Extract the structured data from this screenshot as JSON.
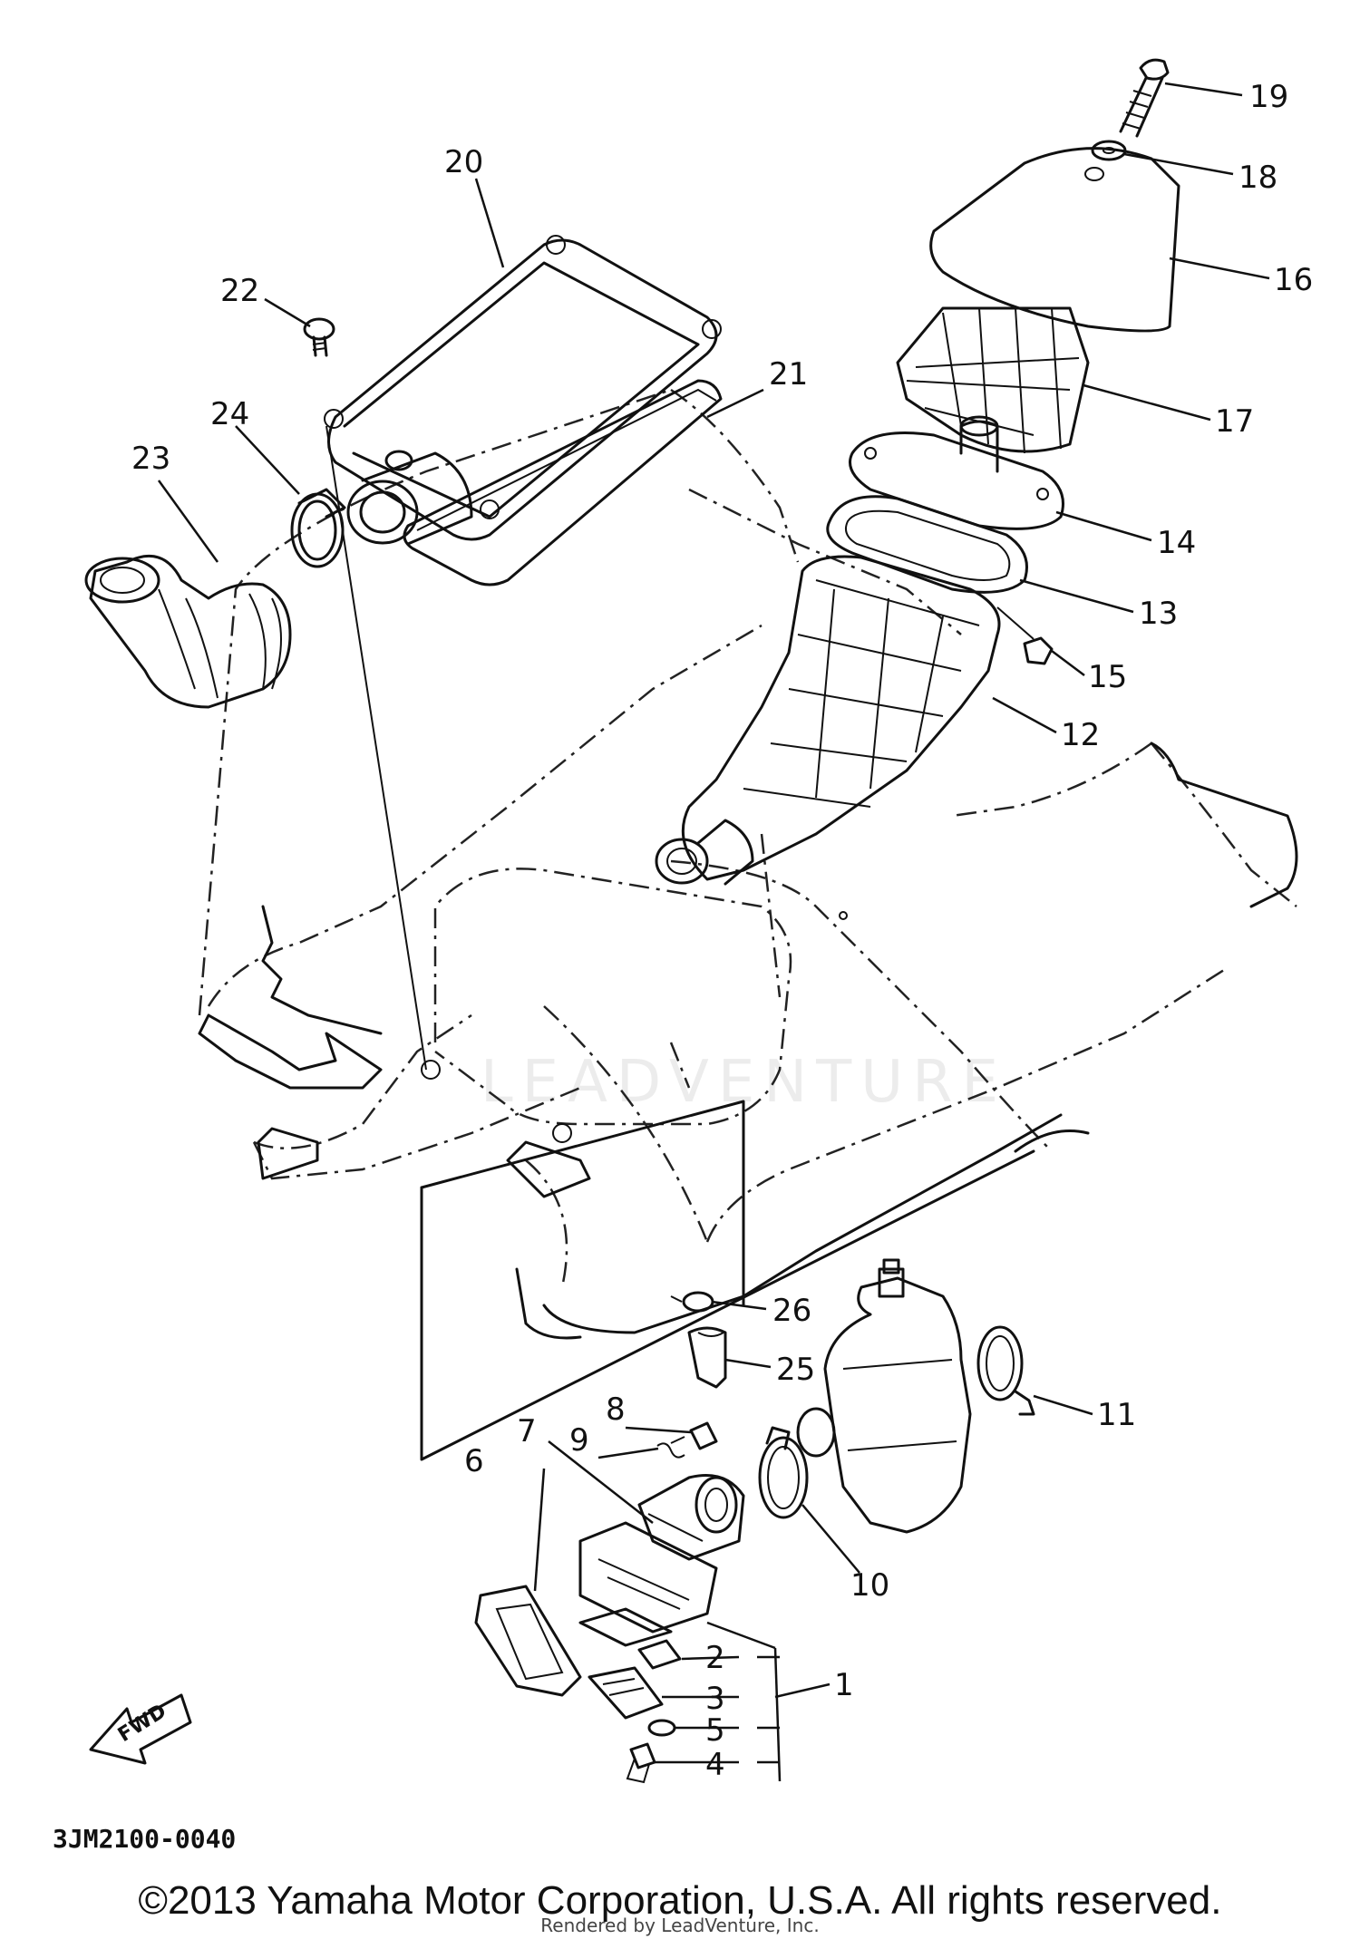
{
  "diagram": {
    "watermark": "LEADVENTURE",
    "diagram_code": "3JM2100-0040",
    "fwd_label": "FWD",
    "copyright": "©2013 Yamaha Motor Corporation, U.S.A. All rights reserved.",
    "rendered_by": "Rendered by LeadVenture, Inc.",
    "callouts": [
      "1",
      "2",
      "3",
      "4",
      "5",
      "6",
      "7",
      "8",
      "9",
      "10",
      "11",
      "12",
      "13",
      "14",
      "15",
      "16",
      "17",
      "18",
      "19",
      "20",
      "21",
      "22",
      "23",
      "24",
      "25",
      "26"
    ]
  }
}
